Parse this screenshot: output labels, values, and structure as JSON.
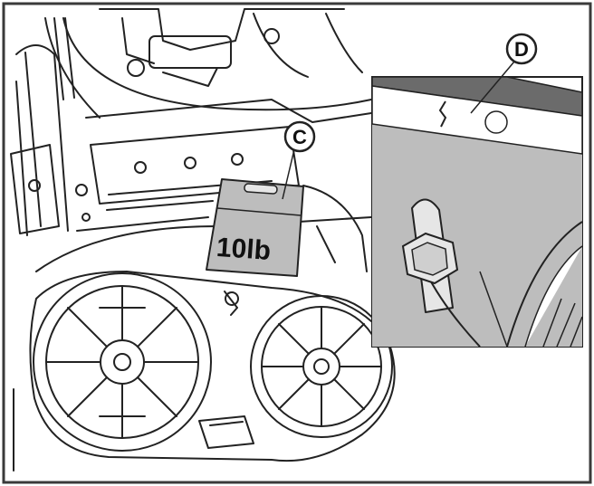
{
  "figure": {
    "callouts": [
      {
        "id": "c",
        "letter": "C"
      },
      {
        "id": "d",
        "letter": "D"
      }
    ],
    "weight_label": "10lb",
    "colors": {
      "frame": "#3a3a3a",
      "line": "#222222",
      "gray": "#bdbdbd",
      "light_gray": "#d9d9d9",
      "dark_band": "#6b6b6b",
      "white": "#ffffff"
    }
  }
}
